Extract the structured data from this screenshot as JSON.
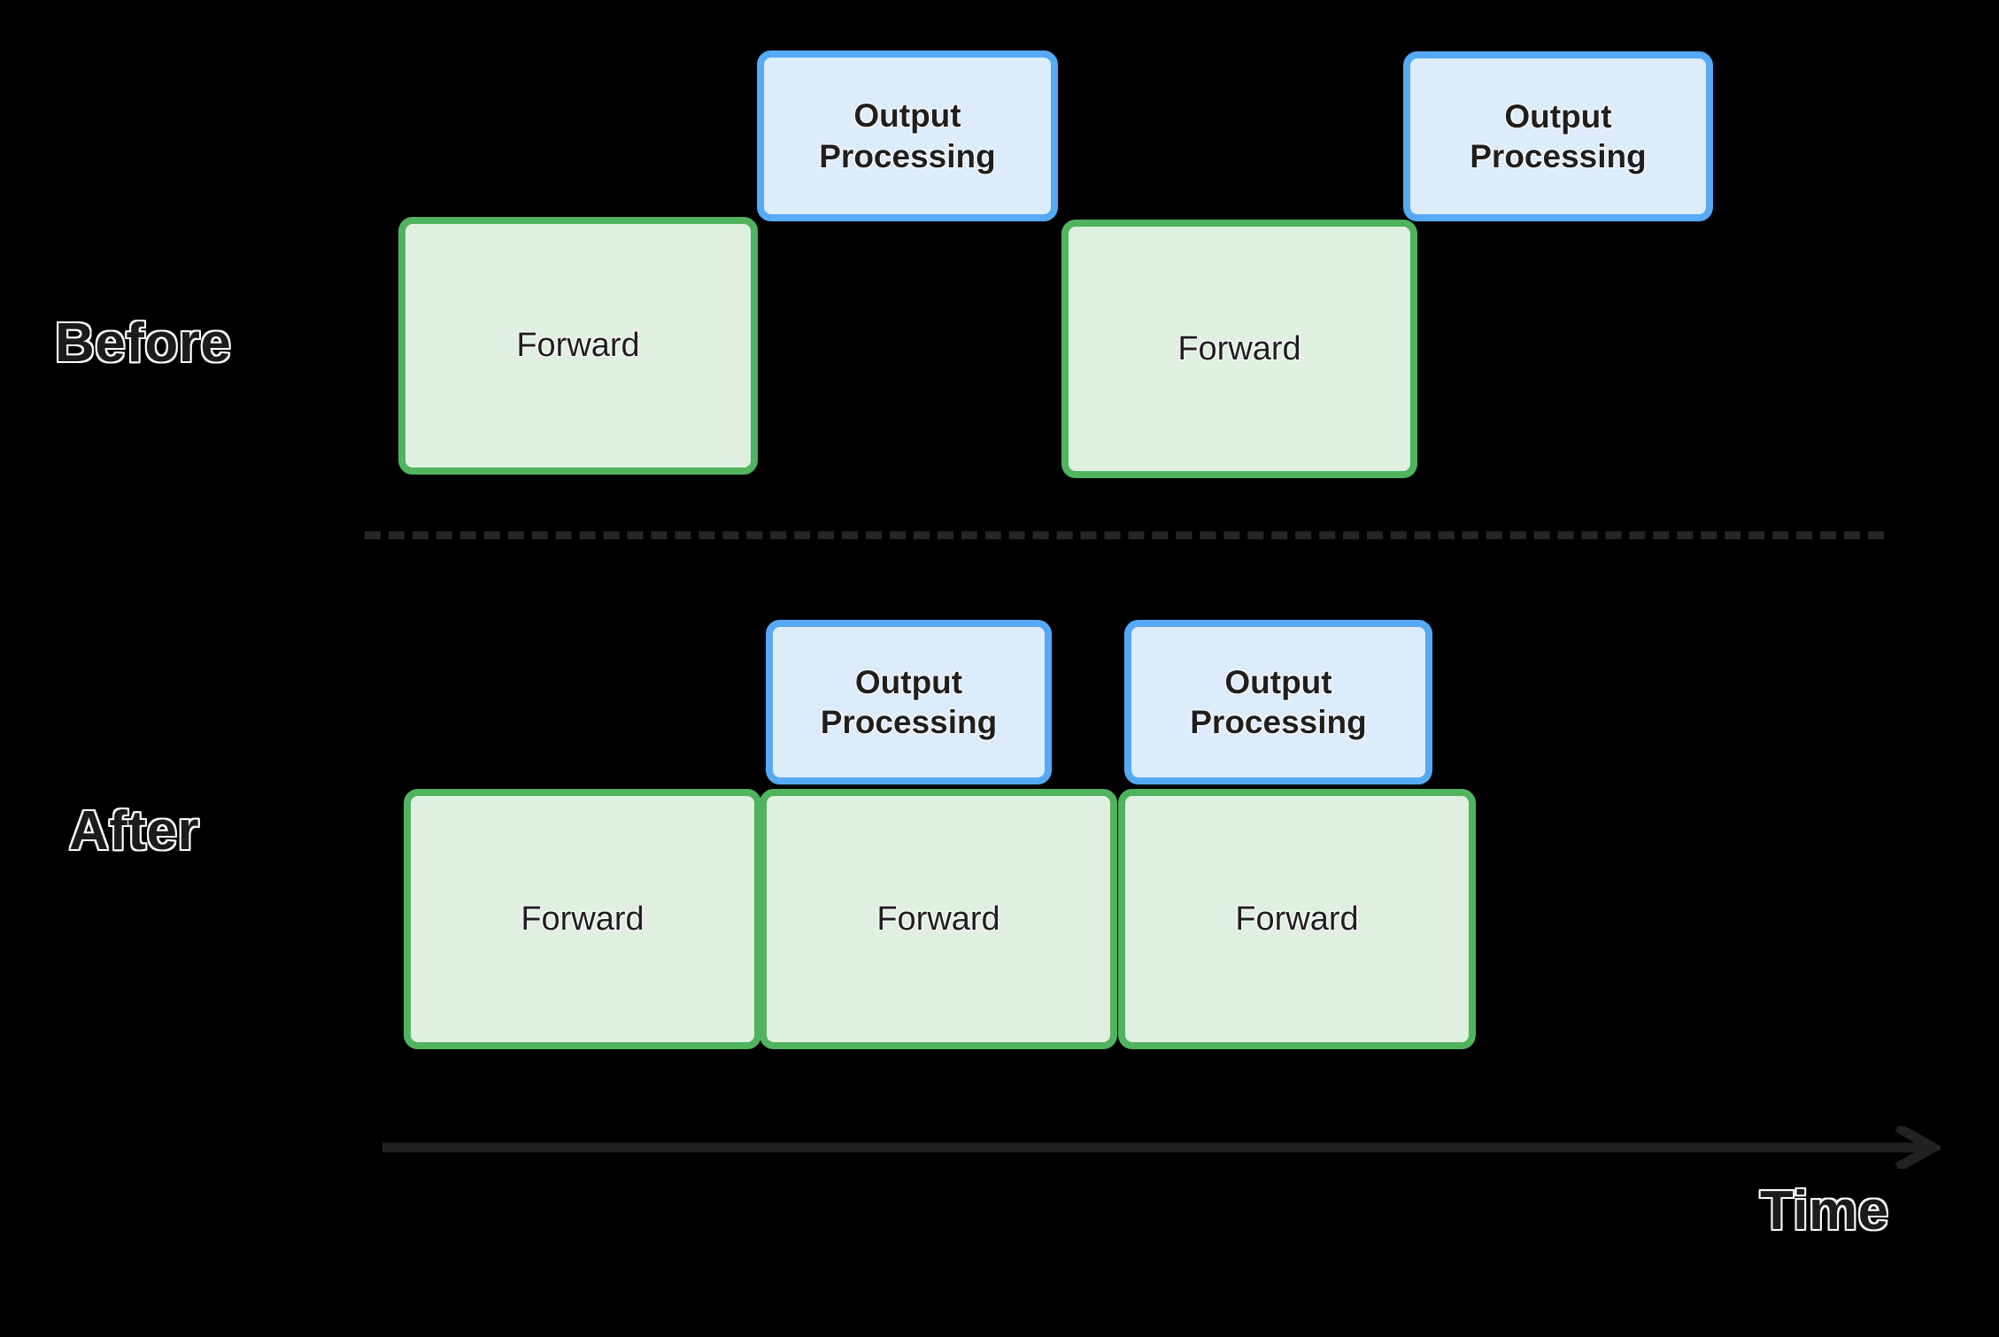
{
  "diagram": {
    "title": "Before and After output processing overlap timeline",
    "background_color": "#000000",
    "palette": {
      "forward_fill": "#dff0e0",
      "forward_border": "#50b45f",
      "output_fill": "#ddecfb",
      "output_border": "#55a9f5",
      "divider": "#262626",
      "axis": "#222222",
      "label_fill": "#1c1c1c",
      "label_outline": "#ffffff"
    },
    "labels": {
      "before": "Before",
      "after": "After",
      "time": "Time"
    },
    "rows": [
      {
        "id": "before",
        "label": "Before",
        "forward_blocks": [
          {
            "label": "Forward"
          },
          {
            "label": "Forward"
          }
        ],
        "output_blocks": [
          {
            "line1": "Output",
            "line2": "Processing"
          },
          {
            "line1": "Output",
            "line2": "Processing"
          }
        ]
      },
      {
        "id": "after",
        "label": "After",
        "forward_blocks": [
          {
            "label": "Forward"
          },
          {
            "label": "Forward"
          },
          {
            "label": "Forward"
          }
        ],
        "output_blocks": [
          {
            "line1": "Output",
            "line2": "Processing"
          },
          {
            "line1": "Output",
            "line2": "Processing"
          }
        ]
      }
    ],
    "axis": {
      "label": "Time",
      "direction": "left-to-right",
      "arrowhead": "right"
    }
  }
}
